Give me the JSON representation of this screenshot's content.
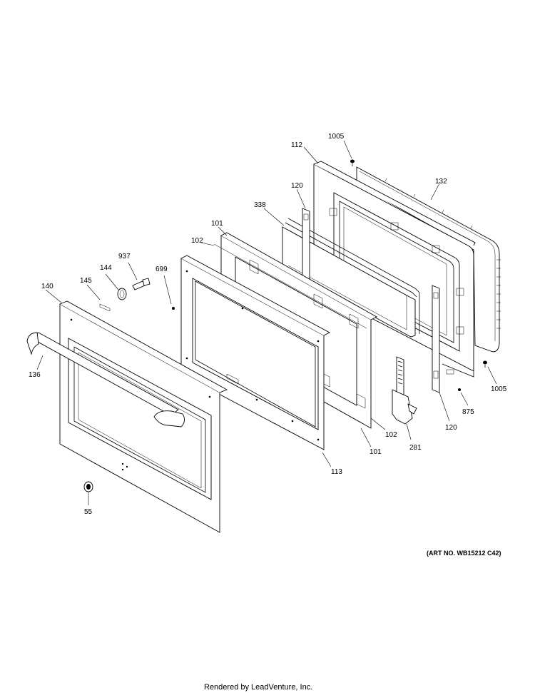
{
  "diagram": {
    "part_labels": {
      "p1005_top": "1005",
      "p112": "112",
      "p132": "132",
      "p120_top": "120",
      "p338": "338",
      "p101_top": "101",
      "p102_top": "102",
      "p937": "937",
      "p144": "144",
      "p699": "699",
      "p145": "145",
      "p140": "140",
      "p136": "136",
      "p1005_right": "1005",
      "p875": "875",
      "p120_bottom": "120",
      "p102_bottom": "102",
      "p281": "281",
      "p101_bottom": "101",
      "p113": "113",
      "p55": "55"
    },
    "art_number": "(ART NO. WB15212 C42)",
    "footer": "Rendered by LeadVenture, Inc."
  }
}
